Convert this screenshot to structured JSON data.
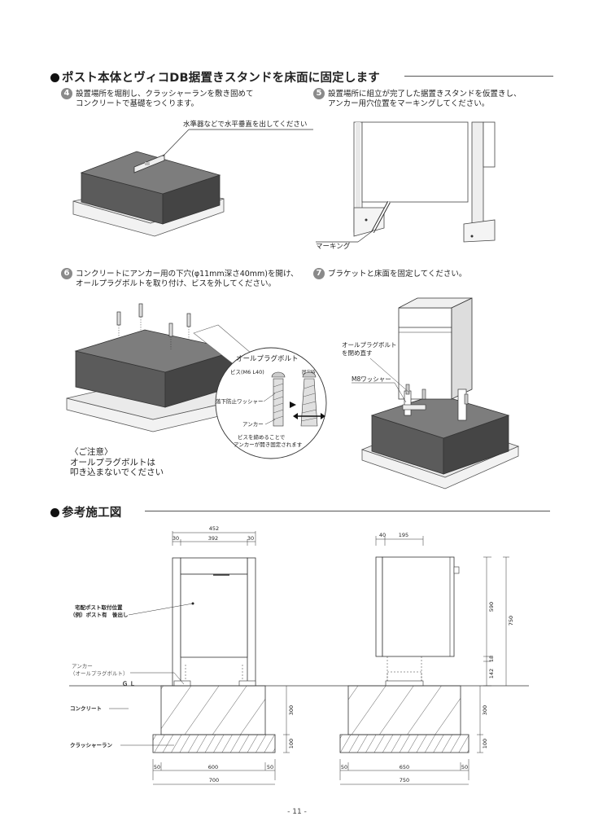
{
  "section1": {
    "title": "ポスト本体とヴィコDB据置きスタンドを床面に固定します"
  },
  "steps": [
    {
      "num": "4",
      "line1": "設置場所を堀削し、クラッシャーランを敷き固めて",
      "line2": "コンクリートで基礎をつくります。"
    },
    {
      "num": "5",
      "line1": "設置場所に組立が完了した据置きスタンドを仮置きし、",
      "line2": "アンカー用穴位置をマーキングしてください。"
    },
    {
      "num": "6",
      "line1": "コンクリートにアンカー用の下穴(φ11mm深さ40mm)を開け、",
      "line2": "オールプラグボルトを取り付け、ビスを外してください。"
    },
    {
      "num": "7",
      "line1": "ブラケットと床面を固定してください。",
      "line2": ""
    }
  ],
  "fig4": {
    "label": "水準器などで水平垂直を出してください"
  },
  "fig5": {
    "label": "マーキング"
  },
  "fig6": {
    "circle_title": "オールプラグボルト",
    "screw": "ビス(M6 L40)",
    "fixed": "固定時",
    "washer": "落下防止ワッシャー",
    "anchor": "アンカー",
    "note1": "ビスを締めることで",
    "note2": "アンカーが開き固定されます"
  },
  "caution": {
    "head": "〈ご注意〉",
    "line1": "オールプラグボルトは",
    "line2": "叩き込まないでください"
  },
  "fig7": {
    "label1a": "オールプラグボルト",
    "label1b": "を閉め直す",
    "label2": "M8ワッシャー"
  },
  "section2": {
    "title": "参考施工図"
  },
  "drawing": {
    "front": {
      "dim_total": "452",
      "dim_left": "30",
      "dim_mid": "392",
      "dim_right": "30",
      "label_post1": "宅配ポスト取付位置",
      "label_post2": "（例）ポスト有　後出し",
      "label_anchor1": "アンカー",
      "label_anchor2": "（オールプラグボルト）",
      "label_gl": "Ｇ Ｌ",
      "label_concrete": "コンクリート",
      "label_crusher": "クラッシャーラン",
      "dim_300": "300",
      "dim_100": "100",
      "bottom_50a": "50",
      "bottom_600": "600",
      "bottom_50b": "50",
      "bottom_700": "700"
    },
    "side": {
      "dim_40": "40",
      "dim_195": "195",
      "dim_590": "590",
      "dim_18": "18",
      "dim_142": "142",
      "dim_750": "750",
      "dim_300": "300",
      "dim_100": "100",
      "bottom_50a": "50",
      "bottom_650": "650",
      "bottom_50b": "50",
      "bottom_750": "750"
    }
  },
  "page_number": "- 11 -"
}
